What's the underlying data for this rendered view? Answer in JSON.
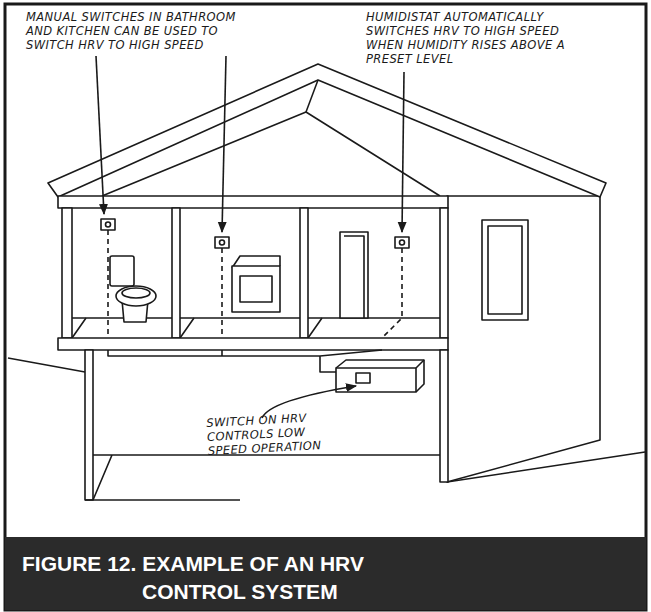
{
  "diagram": {
    "caption": "FIGURE 12. EXAMPLE OF AN HRV CONTROL SYSTEM",
    "labels": [
      "MANUAL SWITCHES IN BATHROOM AND KITCHEN CAN BE USED TO SWITCH HRV TO HIGH SPEED",
      "HUMIDISTAT AUTOMATICALLY SWITCHES HRV TO HIGH SPEED WHEN HUMIDITY RISES ABOVE A PRESET LEVEL",
      "SWITCH ON HRV CONTROLS LOW SPEED OPERATION"
    ]
  }
}
